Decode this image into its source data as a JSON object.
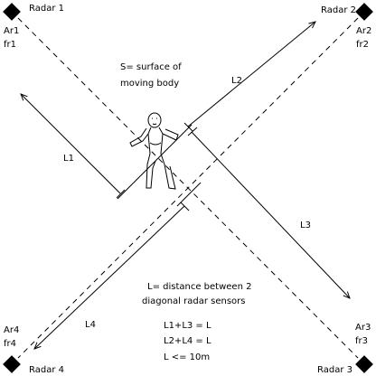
{
  "radars": [
    {
      "label": "Radar 1",
      "ar": "Ar1",
      "fr": "fr1"
    },
    {
      "label": "Radar 2",
      "ar": "Ar2",
      "fr": "fr2"
    },
    {
      "label": "Radar 3",
      "ar": "Ar3",
      "fr": "fr3"
    },
    {
      "label": "Radar 4",
      "ar": "Ar4",
      "fr": "fr4"
    }
  ],
  "surface_caption": [
    "S= surface of",
    "moving body"
  ],
  "distances": {
    "l1": "L1",
    "l2": "L2",
    "l3": "L3",
    "l4": "L4"
  },
  "definition": [
    "L= distance between 2",
    "diagonal radar sensors"
  ],
  "equations": [
    "L1+L3 = L",
    "L2+L4 = L",
    "L <= 10m"
  ],
  "colors": {
    "ink": "#000000",
    "background": "#ffffff"
  }
}
